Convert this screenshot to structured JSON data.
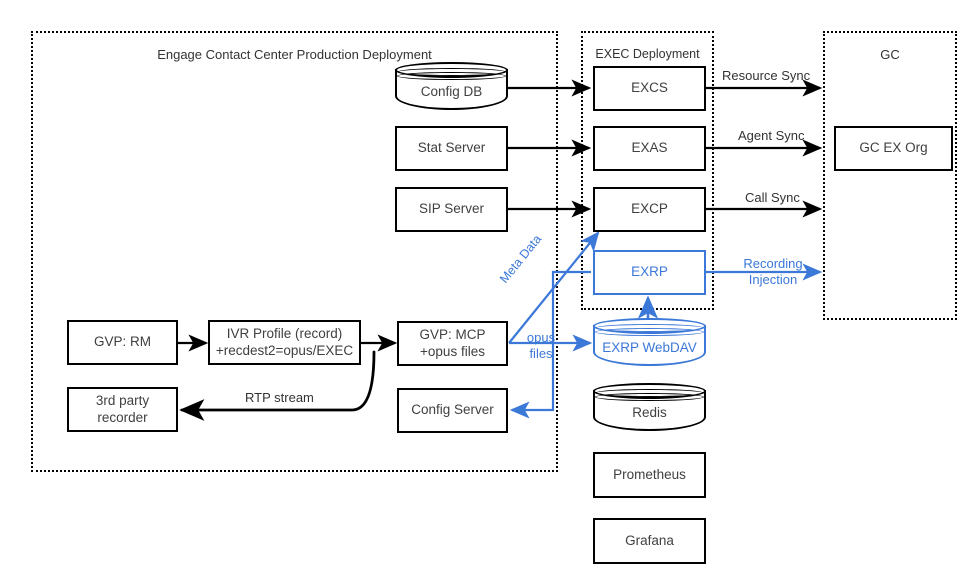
{
  "diagram": {
    "title": "Engage Contact Center / EXEC / GC deployment architecture",
    "accent_blue": "#3b78d8",
    "line_black": "#000000"
  },
  "groups": [
    {
      "id": "engage",
      "label": "Engage Contact Center Production Deployment"
    },
    {
      "id": "exec",
      "label": "EXEC Deployment"
    },
    {
      "id": "gc",
      "label": "GC"
    }
  ],
  "nodes": {
    "config_db": "Config DB",
    "stat_server": "Stat Server",
    "sip_server": "SIP Server",
    "excs": "EXCS",
    "exas": "EXAS",
    "excp": "EXCP",
    "exrp": "EXRP",
    "gc_ex_org": "GC EX Org",
    "gvp_rm": "GVP: RM",
    "ivr_profile_line1": "IVR Profile (record)",
    "ivr_profile_line2": "+recdest2=opus/EXEC",
    "gvp_mcp_line1": "GVP: MCP",
    "gvp_mcp_line2": "+opus files",
    "third_party_line1": "3rd party",
    "third_party_line2": "recorder",
    "config_server": "Config Server",
    "exrp_webdav": "EXRP WebDAV",
    "redis": "Redis",
    "prometheus": "Prometheus",
    "grafana": "Grafana"
  },
  "edge_labels": {
    "resource_sync": "Resource Sync",
    "agent_sync": "Agent Sync",
    "call_sync": "Call Sync",
    "recording_injection_line1": "Recording",
    "recording_injection_line2": "Injection",
    "meta_data": "Meta Data",
    "opus_files_line1": "opus",
    "opus_files_line2": "files",
    "rtp_stream": "RTP stream"
  }
}
